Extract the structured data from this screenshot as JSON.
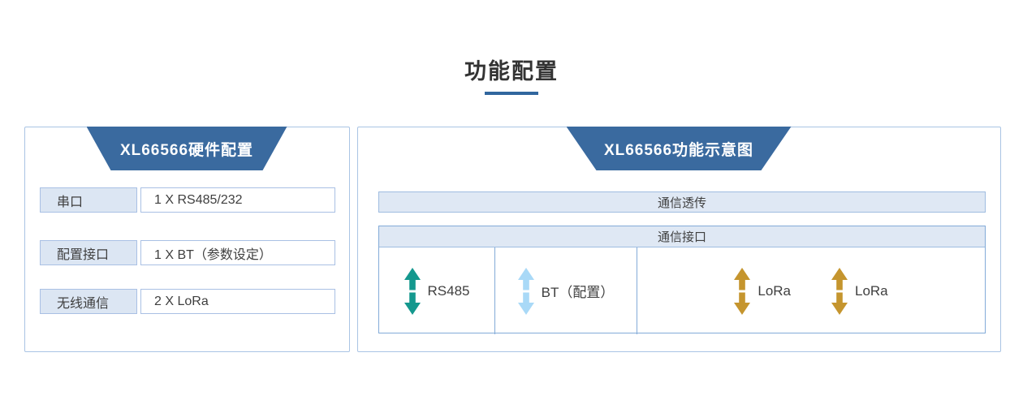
{
  "page": {
    "title": "功能配置"
  },
  "colors": {
    "accent_blue": "#3a6a9f",
    "underline_blue": "#31669e",
    "panel_border": "#a9c4e4",
    "bar_fill": "#dfe8f4",
    "arrow_teal": "#14988e",
    "arrow_sky": "#a9d9f7",
    "arrow_gold": "#c5952e"
  },
  "hardware_panel": {
    "header": "XL66566硬件配置",
    "rows": [
      {
        "label": "串口",
        "value": "1 X RS485/232"
      },
      {
        "label": "配置接口",
        "value": "1 X BT（参数设定）"
      },
      {
        "label": "无线通信",
        "value": "2 X LoRa"
      }
    ]
  },
  "function_panel": {
    "header": "XL66566功能示意图",
    "top_bar": "通信透传",
    "interface_bar": "通信接口",
    "cells": [
      {
        "icon": "double-vertical-arrow-icon",
        "arrow_color": "#14988e",
        "label": "RS485"
      },
      {
        "icon": "double-vertical-arrow-icon",
        "arrow_color": "#a9d9f7",
        "label": "BT（配置）"
      },
      {
        "icon": "double-vertical-arrow-icon",
        "arrow_color": "#c5952e",
        "label_1": "LoRa",
        "label_2": "LoRa"
      }
    ]
  }
}
